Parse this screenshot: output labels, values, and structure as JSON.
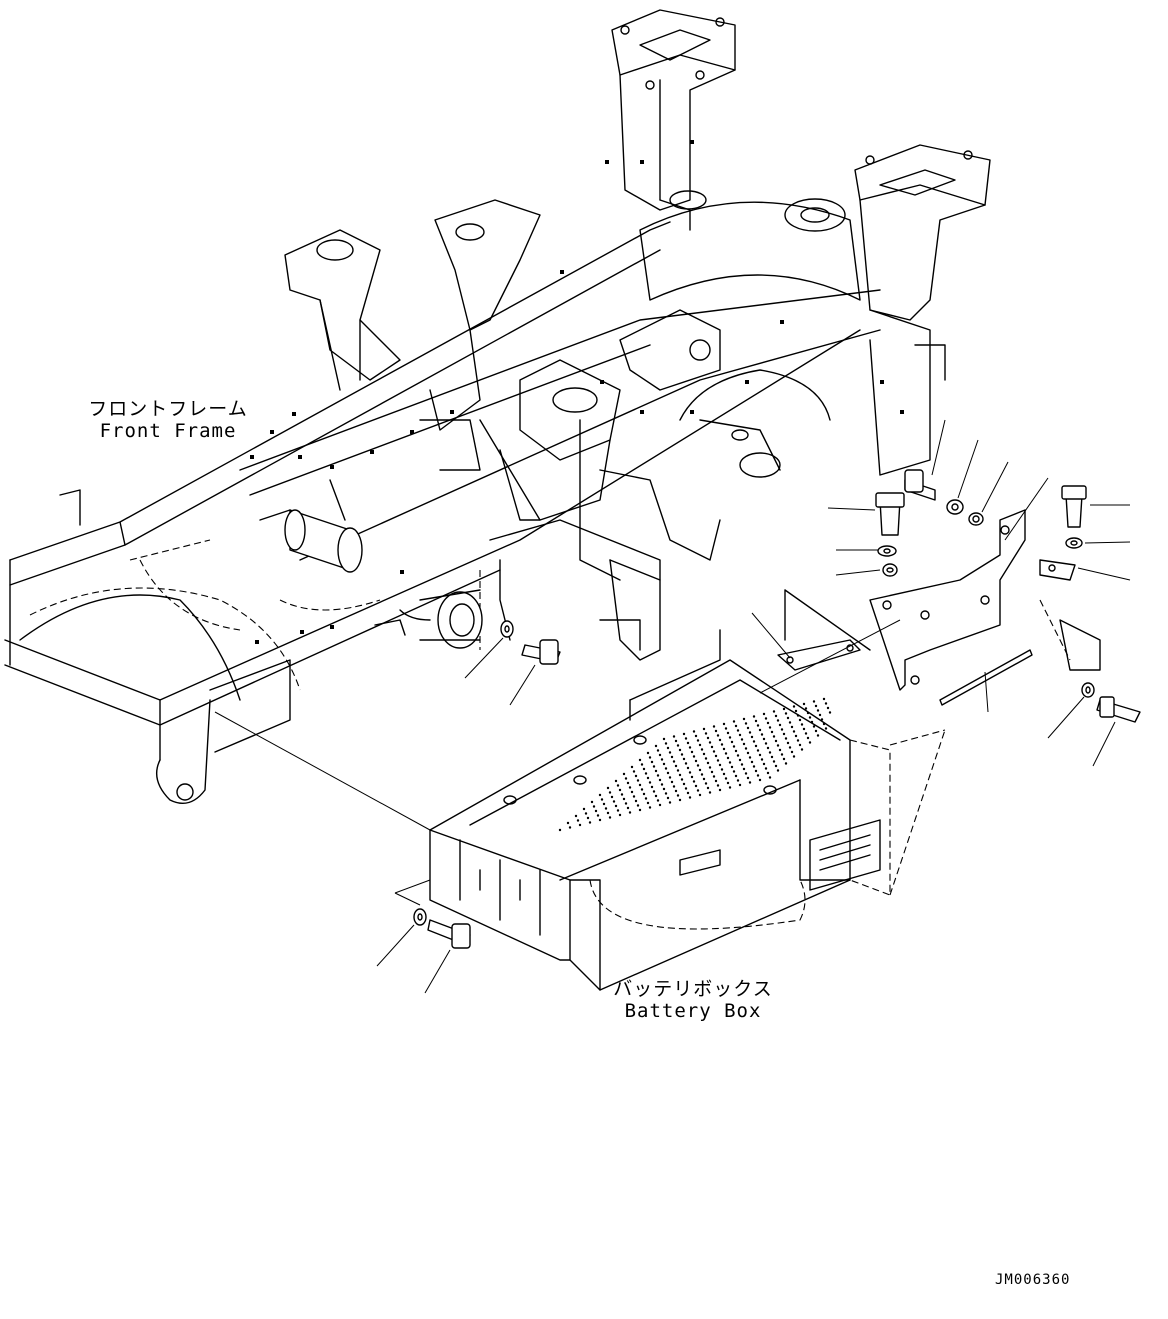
{
  "labels": {
    "front_frame_jp": "フロントフレーム",
    "front_frame_en": "Front Frame",
    "battery_box_jp": "バッテリボックス",
    "battery_box_en": "Battery Box"
  },
  "drawing_code": "JM006360",
  "colors": {
    "line": "#000000",
    "background": "#ffffff"
  }
}
